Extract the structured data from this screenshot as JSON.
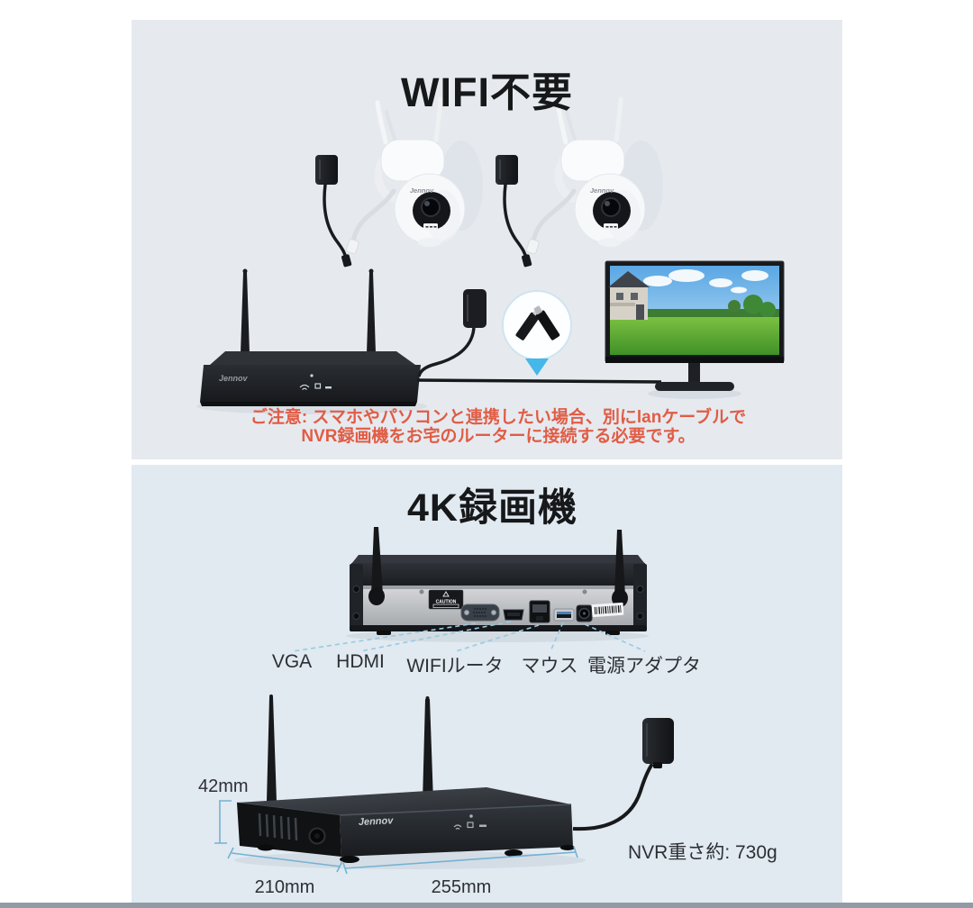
{
  "page": {
    "background": "#ffffff",
    "bottom_edge_color": "#929aa5"
  },
  "panels": {
    "top_bg": "#e6eaef",
    "bottom_bg": "#e1e9f1"
  },
  "top_section": {
    "title": "WIFI不要",
    "brand": "Jennov",
    "caution": {
      "line1": "ご注意: スマホやパソコンと連携したい場合、別にlanケーブルで",
      "line2": "NVR録画機をお宅のルーターに接続する必要です。",
      "color": "#e15c45"
    }
  },
  "bottom_section": {
    "title": "4K録画機",
    "brand": "Jennov",
    "caution_sticker": "CAUTION",
    "port_labels": {
      "vga": "VGA",
      "hdmi": "HDMI",
      "wifi_router": "WIFIルータ",
      "mouse": "マウス",
      "power_adapter": "電源アダプタ"
    },
    "dimensions": {
      "height": "42mm",
      "depth": "210mm",
      "width": "255mm"
    },
    "weight_note": "NVR重さ約: 730g",
    "annotation_colors": {
      "leader_line": "#96cbe4",
      "bracket": "#74b2d3"
    }
  }
}
